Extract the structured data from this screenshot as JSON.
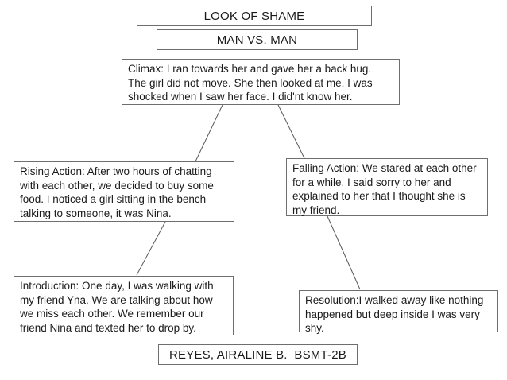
{
  "page": {
    "background_color": "#ffffff",
    "border_color": "#6e6e6e",
    "line_color": "#595959",
    "text_color": "#1a1a1a"
  },
  "diagram": {
    "title": "LOOK OF SHAME",
    "conflict": "MAN VS. MAN",
    "nodes": {
      "climax": "Climax: I ran towards her and gave her a back hug.\nThe girl did not move. She then looked at me. I was\nshocked when I saw her face. I did'nt know her.",
      "rising_action": "Rising Action: After two hours of chatting\nwith each other, we decided to buy some\nfood. I noticed a girl sitting in the bench\ntalking to someone, it was Nina.",
      "falling_action": "Falling Action: We stared at each other\nfor a while. I said sorry to her and\nexplained to her that I thought she is\nmy friend.",
      "introduction": "Introduction: One day, I was walking with\nmy friend Yna. We are talking about how\nwe miss each other. We remember our\nfriend Nina and texted her to drop by.",
      "resolution": "Resolution:I walked away like nothing\nhappened but deep inside I was very\nshy."
    },
    "author": "REYES, AIRALINE B.  BSMT-2B"
  }
}
